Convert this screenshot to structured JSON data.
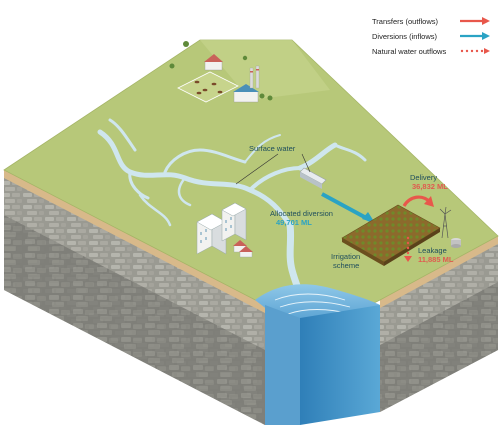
{
  "legend": {
    "transfers_label": "Transfers (outflows)",
    "diversions_label": "Diversions (inflows)",
    "natural_label": "Natural water outflows"
  },
  "labels": {
    "surface_water": "Surface water",
    "allocated_diversion": "Allocated diversion",
    "allocated_diversion_value": "49,701 ML",
    "irrigation_line1": "Irrigation",
    "irrigation_line2": "scheme",
    "delivery": "Delivery",
    "delivery_value": "36,832 ML",
    "leakage": "Leakage",
    "leakage_value": "11,885 ML"
  },
  "colors": {
    "transfer_arrow": "#e8574b",
    "diversion_arrow": "#2aa3c4",
    "natural_dots": "#e8574b",
    "land": "#b8c97a",
    "river": "#c9e3ec",
    "water_body": "#6fb3dc"
  }
}
